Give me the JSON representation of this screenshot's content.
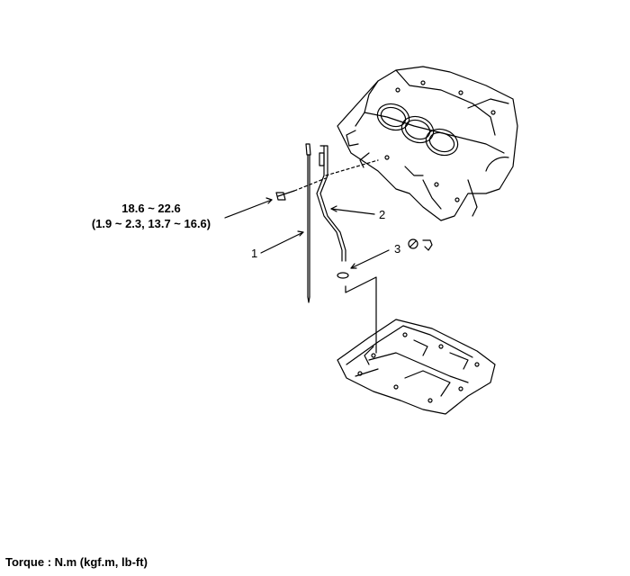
{
  "torque_spec": {
    "nm": "18.6 ~ 22.6",
    "alt_units": "(1.9 ~ 2.3, 13.7 ~ 16.6)"
  },
  "callouts": {
    "c1": "1",
    "c2": "2",
    "c3": "3"
  },
  "footer": {
    "torque_units": "Torque : N.m (kgf.m, lb-ft)"
  }
}
